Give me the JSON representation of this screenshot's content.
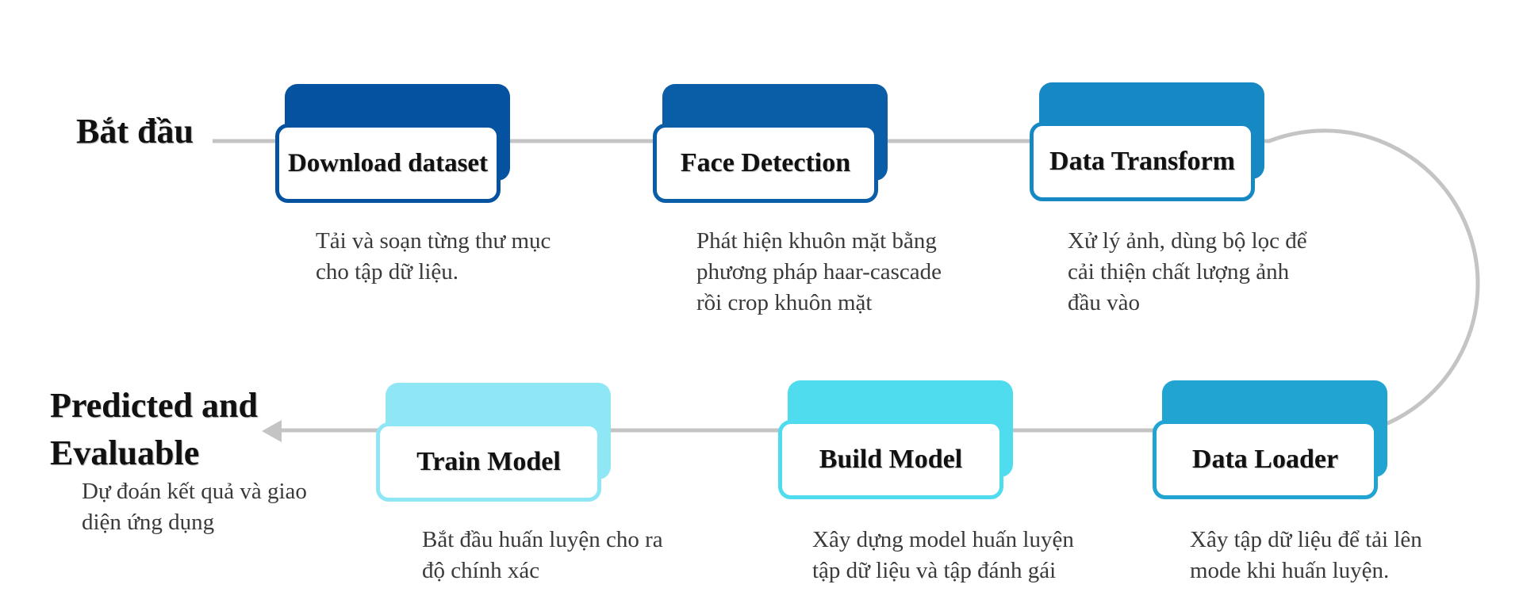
{
  "start_label": "Bắt đầu",
  "end": {
    "title_line1": "Predicted and",
    "title_line2": "Evaluable",
    "description": "Dự đoán kết quả và giao\ndiện ứng dụng"
  },
  "colors": {
    "connector": "#c4c4c4",
    "download": "#0553a0",
    "face": "#0a5ea8",
    "transform": "#1688c4",
    "loader": "#21a4d1",
    "build": "#4fdcee",
    "train": "#8fe6f4"
  },
  "steps": [
    {
      "id": "download",
      "title": "Download dataset",
      "description": "Tải và soạn từng thư mục\ncho tập dữ liệu."
    },
    {
      "id": "face",
      "title": "Face Detection",
      "description": "Phát hiện khuôn mặt bằng\nphương pháp haar-cascade\nrồi crop khuôn mặt"
    },
    {
      "id": "transform",
      "title": "Data Transform",
      "description": "Xử lý ảnh, dùng bộ lọc để\ncải thiện chất lượng ảnh\nđầu vào"
    },
    {
      "id": "loader",
      "title": "Data Loader",
      "description": "Xây tập dữ liệu để tải lên\nmode khi huấn luyện."
    },
    {
      "id": "build",
      "title": "Build Model",
      "description": "Xây dựng model huấn luyện\ntập dữ liệu và tập đánh gái"
    },
    {
      "id": "train",
      "title": "Train Model",
      "description": "Bắt đầu huấn luyện cho ra\nđộ chính xác"
    }
  ]
}
